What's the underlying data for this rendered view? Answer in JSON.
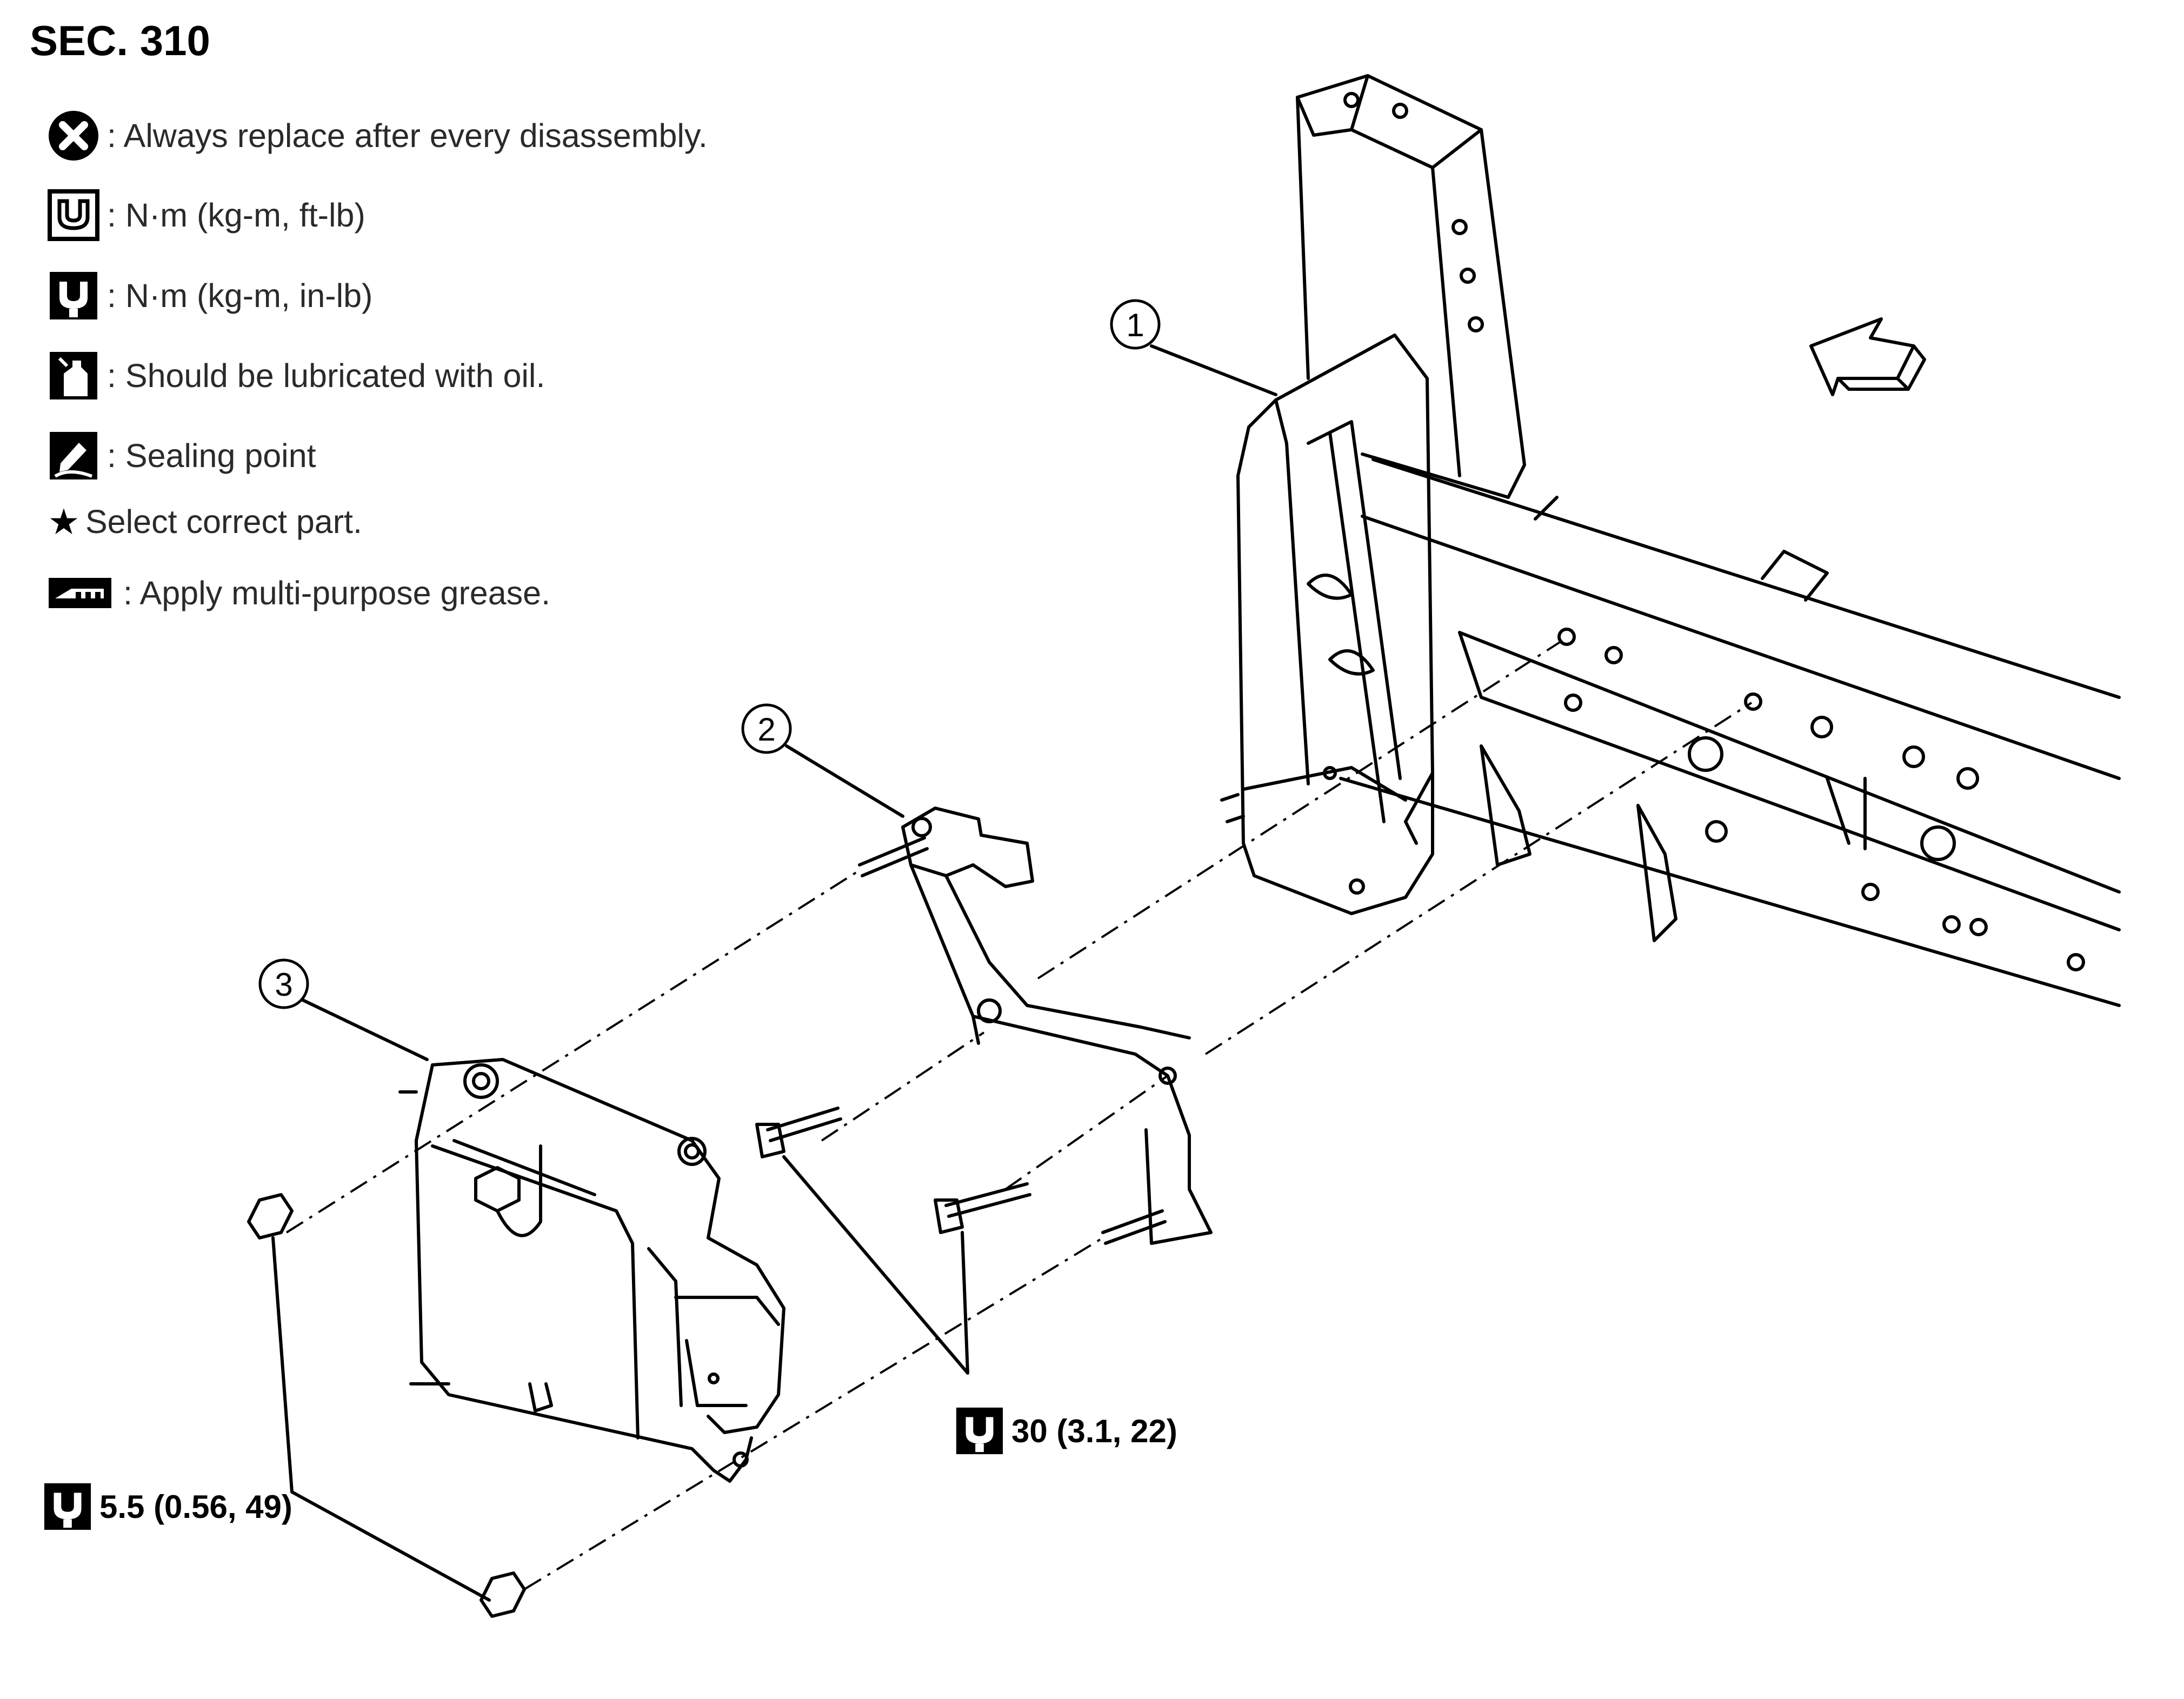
{
  "section": "SEC. 310",
  "legend": [
    {
      "icon": "always-replace-icon",
      "text": ": Always replace after every disassembly."
    },
    {
      "icon": "torque-ft-lb-icon",
      "text": ": N·m (kg-m, ft-lb)"
    },
    {
      "icon": "torque-in-lb-icon",
      "text": ": N·m (kg-m, in-lb)"
    },
    {
      "icon": "oil-can-icon",
      "text": ": Should be lubricated with oil."
    },
    {
      "icon": "sealing-point-icon",
      "text": ": Sealing point"
    },
    {
      "icon": "star-icon",
      "text": "Select correct part."
    },
    {
      "icon": "grease-icon",
      "text": ": Apply multi-purpose grease."
    }
  ],
  "callouts": [
    "1",
    "2",
    "3"
  ],
  "torque_specs": [
    {
      "value": "30 (3.1, 22)"
    },
    {
      "value": "5.5 (0.56, 49)"
    }
  ],
  "colors": {
    "line": "#000000",
    "background": "#ffffff",
    "legend_text": "#2a2a2a"
  }
}
